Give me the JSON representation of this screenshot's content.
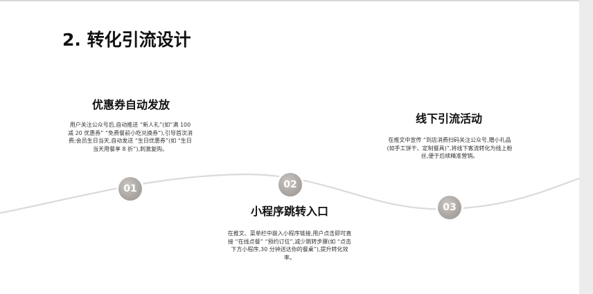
{
  "slide": {
    "title": "2. 转化引流设计",
    "steps": [
      {
        "number": "01",
        "heading": "优惠券自动发放",
        "body": "用户关注公众号后,自动推送 “新人礼”(如“满 100 减 20 优惠券” “免费餐前小吃兑换券”),引导首次消费;会员生日当天,自动发送 “生日优惠券”(如 “生日当天用餐享 8 折”),刺激复购。"
      },
      {
        "number": "02",
        "heading": "小程序跳转入口",
        "body": "在推文、菜单栏中嵌入小程序链接,用户点击即可直接 “在线点餐” “预约订位”,减少跳转步骤(如 “点击下方小程序,30 分钟送达你的餐桌”),提升转化效率。"
      },
      {
        "number": "03",
        "heading": "线下引流活动",
        "body": "在推文中宣传 “到店消费扫码关注公众号,赠小礼品(如手工饼干、定制餐具)”,将线下客流转化为线上粉丝,便于后续精准营销。"
      }
    ]
  },
  "colors": {
    "node": "#aaa5a1",
    "wave": "#d9d9d9",
    "title": "#111111"
  }
}
